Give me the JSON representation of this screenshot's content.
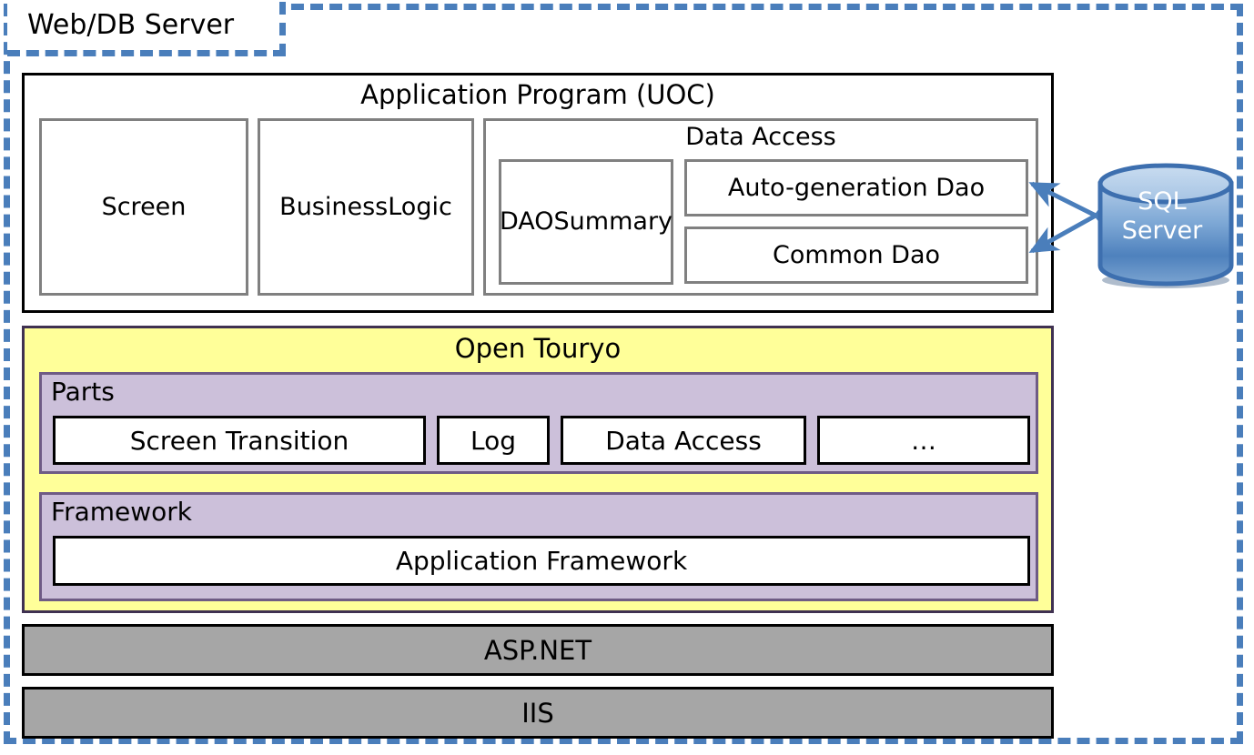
{
  "diagram": {
    "title": "Open Touryo application architecture stack",
    "server_boundary": {
      "label": "Web/DB Server",
      "border_color": "#4A7EBB",
      "style": "dashed"
    },
    "application_program": {
      "title": "Application Program (UOC)",
      "border_color": "#000000",
      "modules": [
        {
          "label": "Screen"
        },
        {
          "label": "Business\nLogic",
          "line1": "Business",
          "line2": "Logic"
        }
      ],
      "data_access": {
        "title": "Data Access",
        "dao_summary": {
          "line1": "DAO",
          "line2": "Summary"
        },
        "daos": [
          {
            "label": "Auto-generation Dao"
          },
          {
            "label": "Common Dao"
          }
        ]
      }
    },
    "database": {
      "name_line1": "SQL",
      "name_line2": "Server",
      "shape": "cylinder",
      "fill_color": "#4F81BD",
      "text_color": "#FFFFFF",
      "connector": {
        "style": "double-headed-arrow",
        "color": "#4A7EBB",
        "targets": [
          "Auto-generation Dao",
          "Common Dao"
        ]
      }
    },
    "open_touryo": {
      "title": "Open Touryo",
      "fill_color": "#FFFF99",
      "border_color": "#3F3151",
      "parts": {
        "title": "Parts",
        "fill_color": "#CCC0DA",
        "items": [
          {
            "label": "Screen Transition"
          },
          {
            "label": "Log"
          },
          {
            "label": "Data Access"
          },
          {
            "label": "…"
          }
        ]
      },
      "framework": {
        "title": "Framework",
        "fill_color": "#CCC0DA",
        "items": [
          {
            "label": "Application Framework"
          }
        ]
      }
    },
    "platform_layers": [
      {
        "label": "ASP.NET",
        "fill_color": "#A6A6A6"
      },
      {
        "label": "IIS",
        "fill_color": "#A6A6A6"
      }
    ]
  }
}
